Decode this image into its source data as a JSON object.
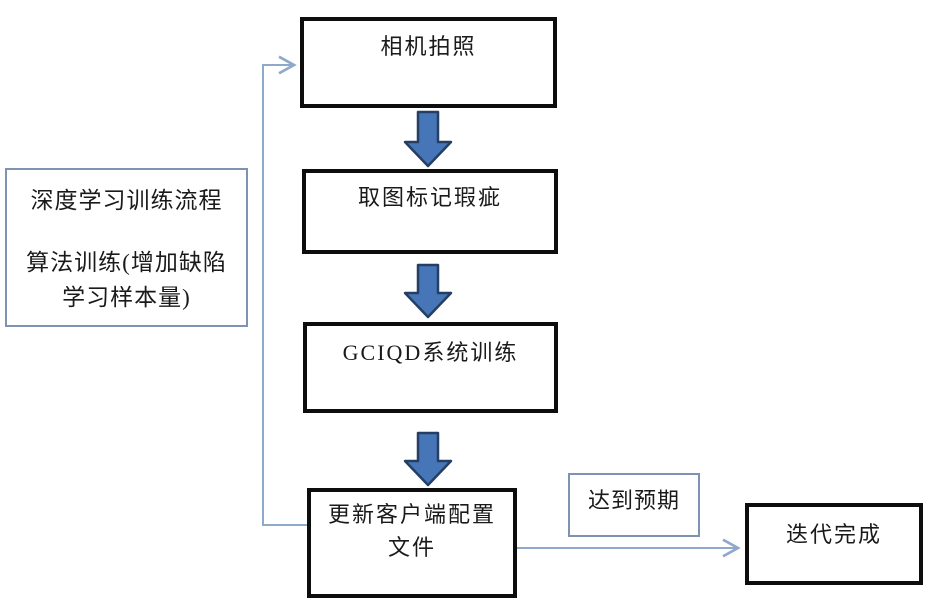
{
  "left_panel": {
    "line1": "深度学习训练流程",
    "line2": "算法训练(增加缺陷",
    "line3": "学习样本量)"
  },
  "nodes": {
    "camera": "相机拍照",
    "mark_defects": "取图标记瑕疵",
    "system_training": "GCIQD系统训练",
    "update_config_line1": "更新客户端配置",
    "update_config_line2": "文件",
    "expectation": "达到预期",
    "iteration_done": "迭代完成"
  },
  "colors": {
    "box_border": "#0d0d0d",
    "panel_border": "#7e93b3",
    "connector": "#8fa9cb",
    "arrow_fill": "#4676b8",
    "arrow_stroke": "#243f63",
    "text": "#1a1a1a",
    "background": "#ffffff"
  }
}
